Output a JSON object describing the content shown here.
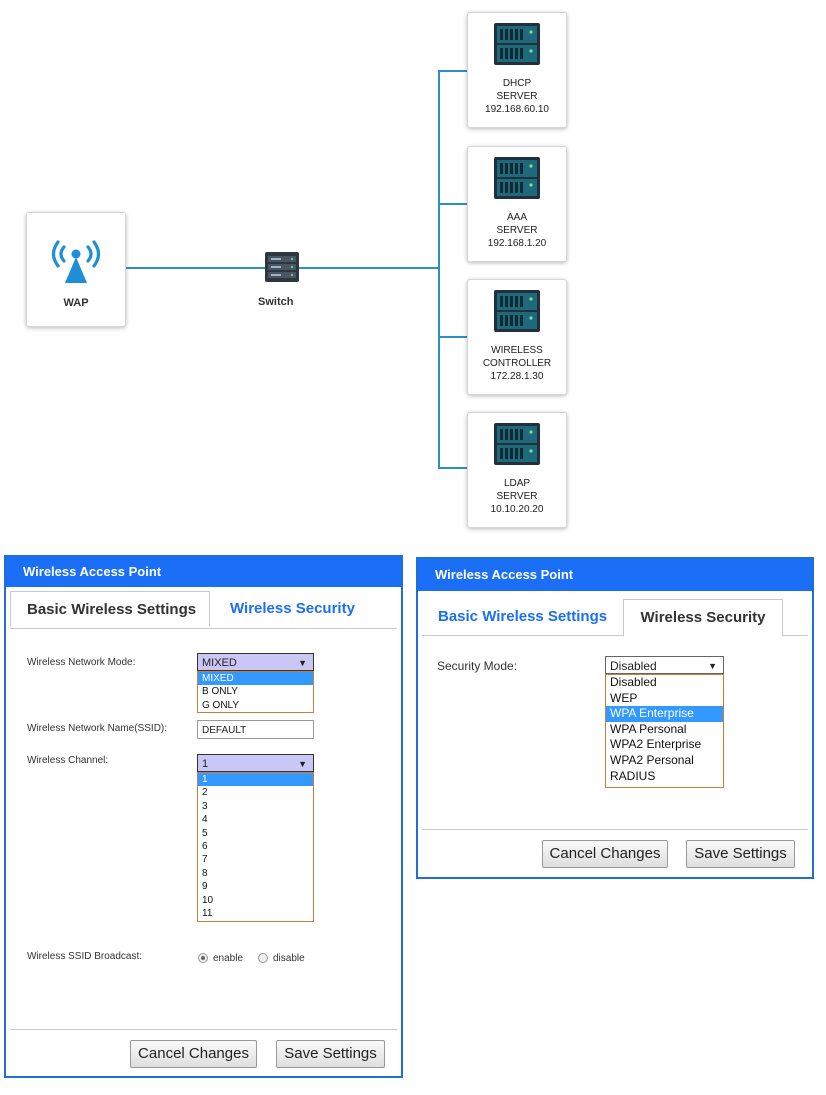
{
  "topology": {
    "wap": {
      "label": "WAP",
      "icon": "wireless-antenna-icon"
    },
    "switch": {
      "label": "Switch",
      "icon": "network-switch-icon"
    },
    "servers": [
      {
        "lines": [
          "DHCP",
          "SERVER",
          "192.168.60.10"
        ]
      },
      {
        "lines": [
          "AAA",
          "SERVER",
          "192.168.1.20"
        ]
      },
      {
        "lines": [
          "WIRELESS",
          "CONTROLLER",
          "172.28.1.30"
        ]
      },
      {
        "lines": [
          "LDAP",
          "SERVER",
          "10.10.20.20"
        ]
      }
    ],
    "link_color": "#2f8ec0"
  },
  "left_dialog": {
    "title": "Wireless Access Point",
    "tabs": {
      "basic": "Basic Wireless Settings",
      "security": "Wireless Security"
    },
    "active_tab": "Basic Wireless Settings",
    "network_mode": {
      "label": "Wireless Network Mode:",
      "selected": "MIXED",
      "options": [
        "MIXED",
        "B ONLY",
        "G ONLY"
      ]
    },
    "ssid": {
      "label": "Wireless Network Name(SSID):",
      "value": "DEFAULT"
    },
    "channel": {
      "label": "Wireless Channel:",
      "selected": "1",
      "options": [
        "1",
        "2",
        "3",
        "4",
        "5",
        "6",
        "7",
        "8",
        "9",
        "10",
        "11"
      ]
    },
    "ssid_broadcast": {
      "label": "Wireless SSID Broadcast:",
      "enable": "enable",
      "disable": "disable",
      "selected": "enable"
    },
    "buttons": {
      "cancel": "Cancel Changes",
      "save": "Save Settings"
    }
  },
  "right_dialog": {
    "title": "Wireless Access Point",
    "tabs": {
      "basic": "Basic Wireless Settings",
      "security": "Wireless Security"
    },
    "active_tab": "Wireless Security",
    "security_mode": {
      "label": "Security Mode:",
      "selected": "Disabled",
      "highlighted": "WPA Enterprise",
      "options": [
        "Disabled",
        "WEP",
        "WPA Enterprise",
        "WPA Personal",
        "WPA2 Enterprise",
        "WPA2 Personal",
        "RADIUS"
      ]
    },
    "buttons": {
      "cancel": "Cancel Changes",
      "save": "Save Settings"
    }
  },
  "colors": {
    "title_bar": "#1b6ff7",
    "dialog_border": "#1e6fd8",
    "highlight": "#3399ff",
    "select_purple": "#c9c7f6"
  }
}
